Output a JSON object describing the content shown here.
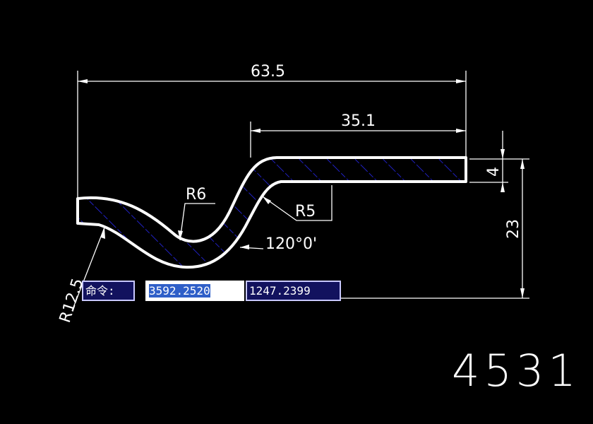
{
  "dimensions": {
    "overall_width": "63.5",
    "flange_width": "35.1",
    "thickness": "4",
    "height": "23",
    "radius_r6": "R6",
    "radius_r5": "R5",
    "radius_r12": "R12.5",
    "angle": "120°0'"
  },
  "command_bar": {
    "label": "命令:",
    "x_value": "3592.2520",
    "y_value": "1247.2399"
  },
  "drawing_number": "4531",
  "colors": {
    "background": "#000000",
    "geometry": "#ffffff",
    "hatch": "#2a2aff",
    "input_box": "#12125e"
  }
}
